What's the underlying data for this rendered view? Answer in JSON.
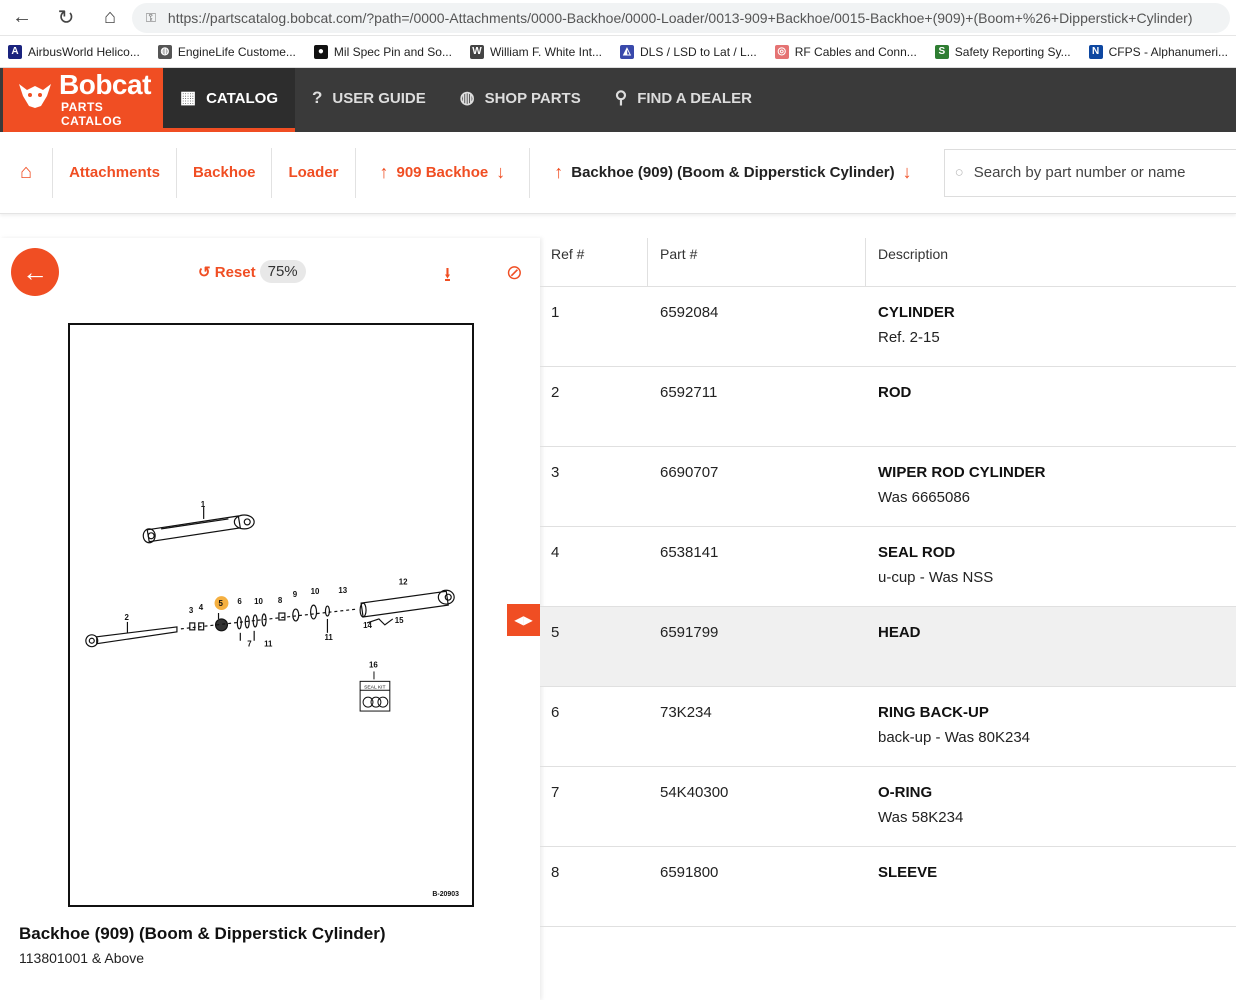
{
  "browser": {
    "url": "https://partscatalog.bobcat.com/?path=/0000-Attachments/0000-Backhoe/0000-Loader/0013-909+Backhoe/0015-Backhoe+(909)+(Boom+%26+Dipperstick+Cylinder)",
    "bookmarks": [
      {
        "label": "AirbusWorld Helico...",
        "icon": "airbus-icon",
        "color": "#1a237e",
        "glyph": "A"
      },
      {
        "label": "EngineLife Custome...",
        "icon": "globe-icon",
        "color": "#555555",
        "glyph": "◍"
      },
      {
        "label": "Mil Spec Pin and So...",
        "icon": "milspec-icon",
        "color": "#111111",
        "glyph": "●"
      },
      {
        "label": "William F. White Int...",
        "icon": "wfw-icon",
        "color": "#444444",
        "glyph": "W"
      },
      {
        "label": "DLS / LSD to Lat / L...",
        "icon": "dls-icon",
        "color": "#3949ab",
        "glyph": "◭"
      },
      {
        "label": "RF Cables and Conn...",
        "icon": "rf-icon",
        "color": "#e57373",
        "glyph": "◎"
      },
      {
        "label": "Safety Reporting Sy...",
        "icon": "safety-icon",
        "color": "#2e7d32",
        "glyph": "S"
      },
      {
        "label": "CFPS - Alphanumeri...",
        "icon": "cfps-icon",
        "color": "#0d47a1",
        "glyph": "N"
      }
    ]
  },
  "brand": {
    "name": "Bobcat",
    "sub": "PARTS CATALOG",
    "accent": "#f04e23",
    "header_bg": "#3a3a3a"
  },
  "topnav": [
    {
      "label": "CATALOG",
      "icon": "catalog-icon",
      "active": true
    },
    {
      "label": "USER GUIDE",
      "icon": "help-icon",
      "active": false
    },
    {
      "label": "SHOP PARTS",
      "icon": "globe-icon",
      "active": false
    },
    {
      "label": "FIND A DEALER",
      "icon": "location-pin-icon",
      "active": false
    }
  ],
  "breadcrumb": {
    "items": [
      "Attachments",
      "Backhoe",
      "Loader",
      "909 Backhoe"
    ],
    "current": "Backhoe (909) (Boom & Dipperstick Cylinder)"
  },
  "search": {
    "placeholder": "Search by part number or name"
  },
  "viewer": {
    "reset_label": "Reset",
    "zoom": "75%",
    "drawing_no": "B-20903",
    "seal_kit_label": "SEAL KIT",
    "callouts": [
      "1",
      "2",
      "3",
      "4",
      "5",
      "6",
      "10",
      "8",
      "9",
      "10",
      "13",
      "12",
      "7",
      "11",
      "11",
      "14",
      "15",
      "16"
    ]
  },
  "assembly": {
    "title": "Backhoe (909) (Boom & Dipperstick Cylinder)",
    "serial": "113801001 & Above"
  },
  "parts": {
    "headers": {
      "ref": "Ref #",
      "part": "Part #",
      "desc": "Description"
    },
    "rows": [
      {
        "ref": "1",
        "part": "6592084",
        "name": "CYLINDER",
        "note": "Ref. 2-15"
      },
      {
        "ref": "2",
        "part": "6592711",
        "name": "ROD",
        "note": ""
      },
      {
        "ref": "3",
        "part": "6690707",
        "name": "WIPER ROD CYLINDER",
        "note": "Was 6665086"
      },
      {
        "ref": "4",
        "part": "6538141",
        "name": "SEAL ROD",
        "note": "u-cup - Was NSS"
      },
      {
        "ref": "5",
        "part": "6591799",
        "name": "HEAD",
        "note": ""
      },
      {
        "ref": "6",
        "part": "73K234",
        "name": "RING BACK-UP",
        "note": "back-up - Was 80K234"
      },
      {
        "ref": "7",
        "part": "54K40300",
        "name": "O-RING",
        "note": "Was 58K234"
      },
      {
        "ref": "8",
        "part": "6591800",
        "name": "SLEEVE",
        "note": ""
      }
    ],
    "selected_ref": "5"
  }
}
